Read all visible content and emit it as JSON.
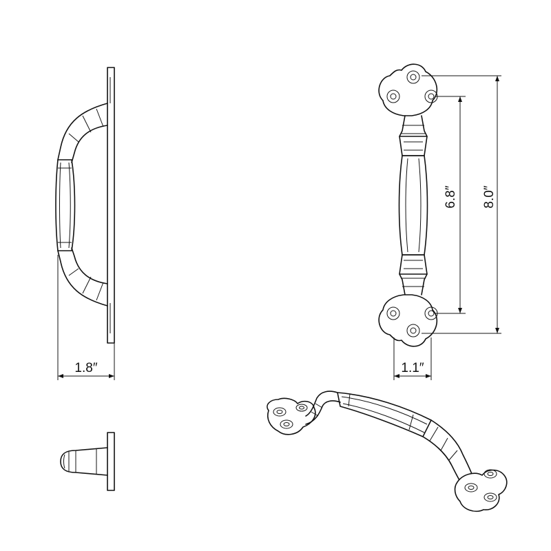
{
  "dimensions": {
    "depth": "1.8″",
    "base_width": "1.1″",
    "hole_spacing": "6.8″",
    "overall_length": "8.0″"
  }
}
